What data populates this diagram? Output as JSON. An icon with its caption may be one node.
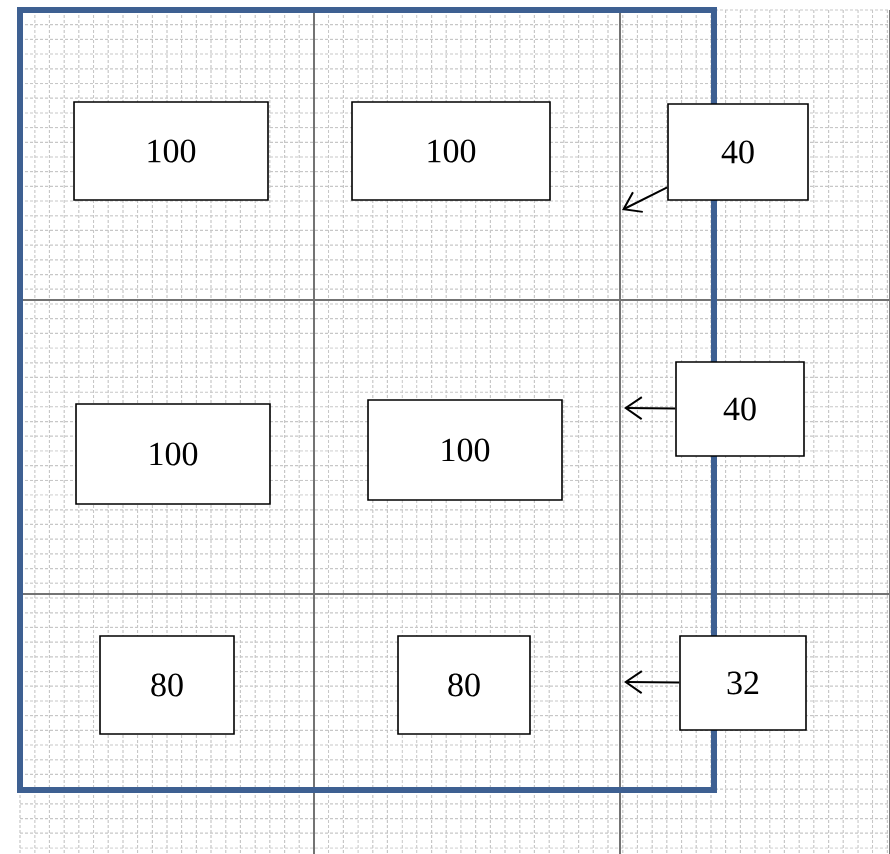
{
  "diagram": {
    "nodes": [
      {
        "text": [
          "100"
        ]
      },
      {
        "text": [
          "100"
        ]
      },
      {
        "text": [
          "40"
        ]
      },
      {
        "text": [
          "100"
        ]
      },
      {
        "text": [
          "100"
        ]
      },
      {
        "text": [
          "40"
        ]
      },
      {
        "text": [
          "80"
        ]
      },
      {
        "text": [
          "80"
        ]
      },
      {
        "text": [
          "32"
        ]
      }
    ],
    "edges": [
      {
        "from": 2,
        "to": null,
        "arrow": "to"
      },
      {
        "from": 5,
        "to": null,
        "arrow": "to"
      },
      {
        "from": 8,
        "to": null,
        "arrow": "to"
      }
    ]
  }
}
